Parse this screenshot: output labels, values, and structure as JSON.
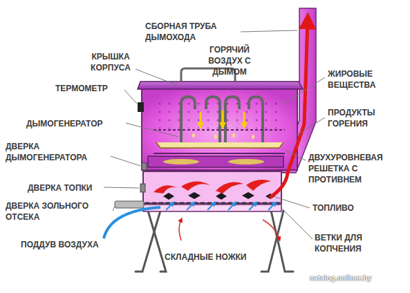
{
  "diagram": {
    "labels": [
      "СБОРНАЯ ТРУБА ДЫМОХОДА",
      "КРЫШКА КОРПУСА",
      "ГОРЯЧИЙ ВОЗДУХ С ДЫМОМ",
      "ЖИРОВЫЕ ВЕЩЕСТВА",
      "ТЕРМОМЕТР",
      "ПРОДУКТЫ ГОРЕНИЯ",
      "ДЫМОГЕНЕРАТОР",
      "ДВЕРКА ДЫМОГЕНЕРАТОРА",
      "ДВУХУРОВНЕВАЯ РЕШЕТКА С ПРОТИВНЕМ",
      "ДВЕРКА ТОПКИ",
      "ТОПЛИВО",
      "ДВЕРКА ЗОЛЬНОГО ОТСЕКА",
      "ВЕТКИ ДЛЯ КОПЧЕНИЯ",
      "ПОДДУВ ВОЗДУХА",
      "СКЛАДНЫЕ НОЖКИ",
      "catalog.onliner.by"
    ]
  }
}
